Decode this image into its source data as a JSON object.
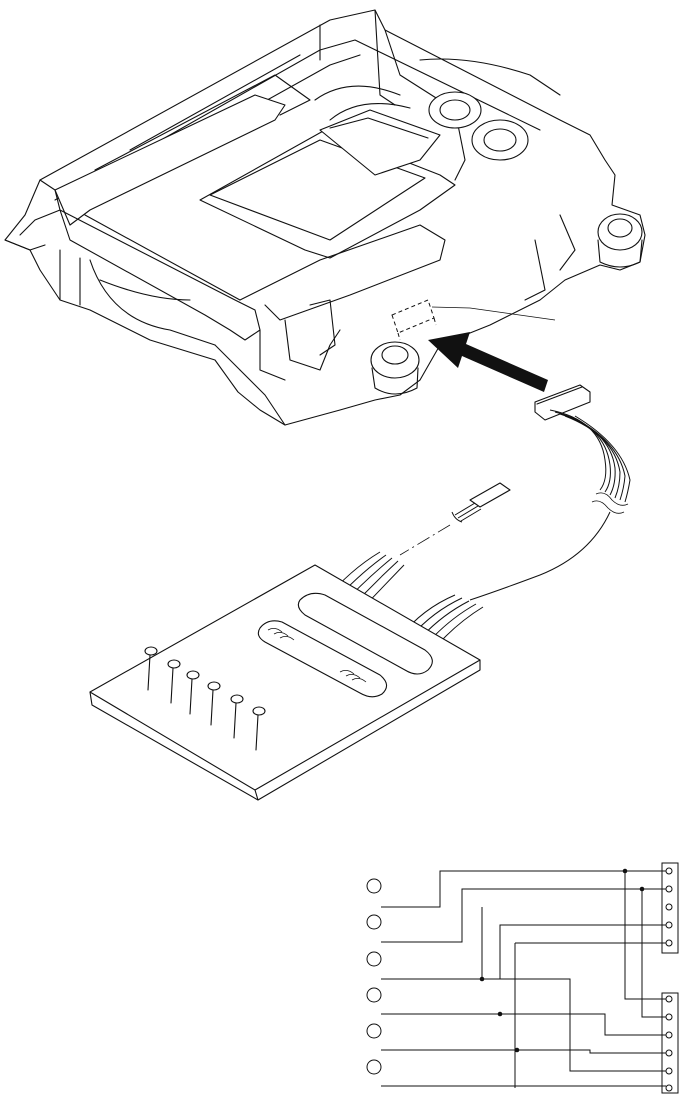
{
  "figure": {
    "illustration": "optical-pickup-flex-cable-connection",
    "schematic": "flex-cable-wiring",
    "ink_color": "#111111",
    "paper_color": "#ffffff"
  },
  "schematic": {
    "left_pads": 6,
    "connector_top_pins": 5,
    "connector_bottom_pins": 6
  },
  "icons": [
    "pickup-mechanism-icon",
    "flex-cable-icon",
    "pcb-board-icon",
    "direction-arrow-icon",
    "leader-line-icon"
  ]
}
